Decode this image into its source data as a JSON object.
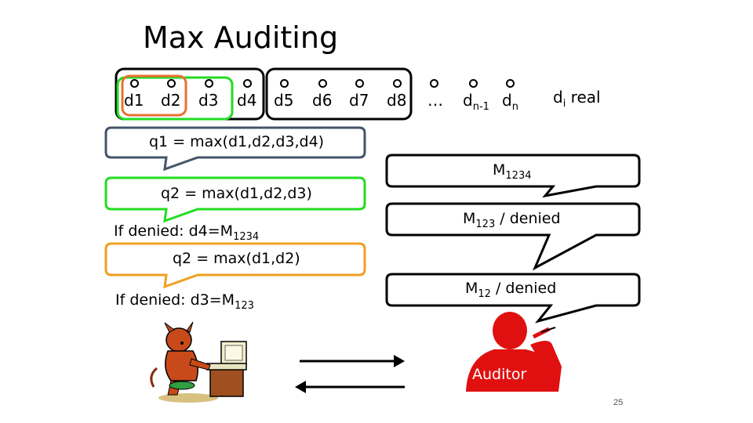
{
  "slide": {
    "title": "Max Auditing",
    "page_number": "25"
  },
  "data_items": [
    {
      "main": "d1",
      "sub": ""
    },
    {
      "main": "d2",
      "sub": ""
    },
    {
      "main": "d3",
      "sub": ""
    },
    {
      "main": "d4",
      "sub": ""
    },
    {
      "main": "d5",
      "sub": ""
    },
    {
      "main": "d6",
      "sub": ""
    },
    {
      "main": "d7",
      "sub": ""
    },
    {
      "main": "d8",
      "sub": ""
    },
    {
      "main": "…",
      "sub": ""
    },
    {
      "main": "d",
      "sub": "n-1"
    },
    {
      "main": "d",
      "sub": "n"
    }
  ],
  "domain_note": {
    "main": "d",
    "sub": "i",
    "rest": " real"
  },
  "queries": {
    "q1": "q1 = max(d1,d2,d3,d4)",
    "q2": "q2 = max(d1,d2,d3)",
    "q2_denied_main": "If denied: d4=M",
    "q2_denied_sub": "1234",
    "q3": "q2 = max(d1,d2)",
    "q3_denied_main": "If denied: d3=M",
    "q3_denied_sub": "123"
  },
  "responses": {
    "r1_main": "M",
    "r1_sub": "1234",
    "r2_main": "M",
    "r2_sub": "123",
    "r2_rest": " / denied",
    "r3_main": "M",
    "r3_sub": "12",
    "r3_rest": " / denied"
  },
  "auditor": {
    "label": "Auditor"
  },
  "colors": {
    "q1_border": "#44546a",
    "q2_border": "#22dd22",
    "q3_border": "#f0a020",
    "d1d2_box": "#e87030",
    "auditor_fill": "#e01010",
    "box_border": "#000000"
  }
}
